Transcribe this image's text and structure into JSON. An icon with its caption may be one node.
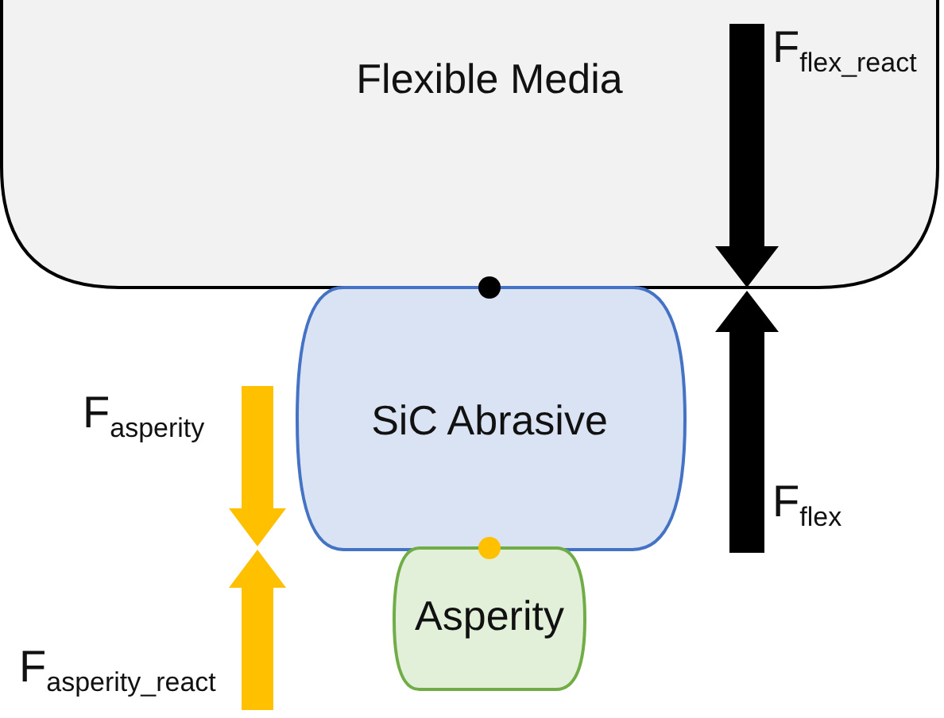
{
  "diagram": {
    "nodes": [
      {
        "text": [
          "Flexible Media"
        ]
      },
      {
        "text": [
          "SiC Abrasive"
        ]
      },
      {
        "text": [
          "Asperity"
        ]
      }
    ],
    "edges": [],
    "labels": [
      "F$_{flex_react}$",
      "F$_{asperity}$",
      "F$_{flex}$",
      "F$_{asperity_react}$"
    ]
  }
}
